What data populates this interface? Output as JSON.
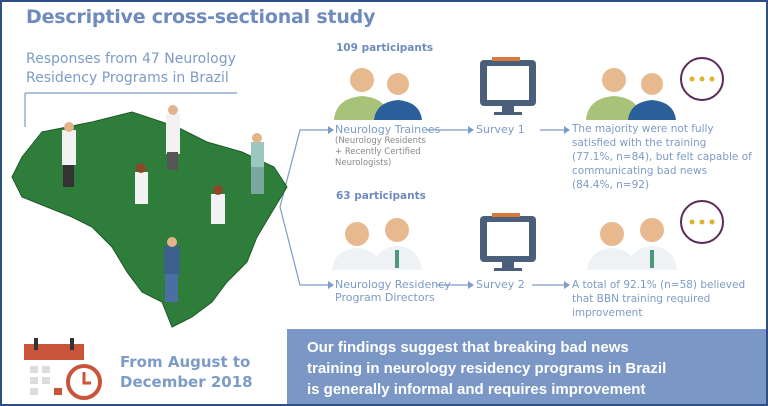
{
  "title": "Descriptive cross-sectional study",
  "responses": {
    "line1": "Responses from 47 Neurology",
    "line2": "Residency Programs in Brazil"
  },
  "rows": [
    {
      "participants": "109 participants",
      "group_label": "Neurology Trainees",
      "group_sub": [
        "(Neurology Residents",
        "+ Recently Certified",
        "Neurologists)"
      ],
      "survey": "Survey 1",
      "result": [
        "The majority were not fully",
        "satisfied with the training",
        "(77.1%, n=84), but felt capable of",
        "communicating bad news",
        "(84.4%, n=92)"
      ]
    },
    {
      "participants": "63 participants",
      "group_label": [
        "Neurology Residency",
        "Program Directors"
      ],
      "survey": "Survey 2",
      "result": [
        "A total of 92.1% (n=58) believed",
        "that BBN training required",
        "improvement"
      ]
    }
  ],
  "date": {
    "line1": "From August to",
    "line2": "December 2018"
  },
  "conclusion": [
    "Our findings suggest that breaking bad news",
    "training in neurology residency programs in Brazil",
    "is generally informal and requires improvement"
  ],
  "colors": {
    "accent": "#6f8bbd",
    "text": "#7d9bc7",
    "box": "#7b97c6",
    "border": "#2d4f86",
    "map": "#2e7d3a",
    "calendar": "#c8553a"
  }
}
